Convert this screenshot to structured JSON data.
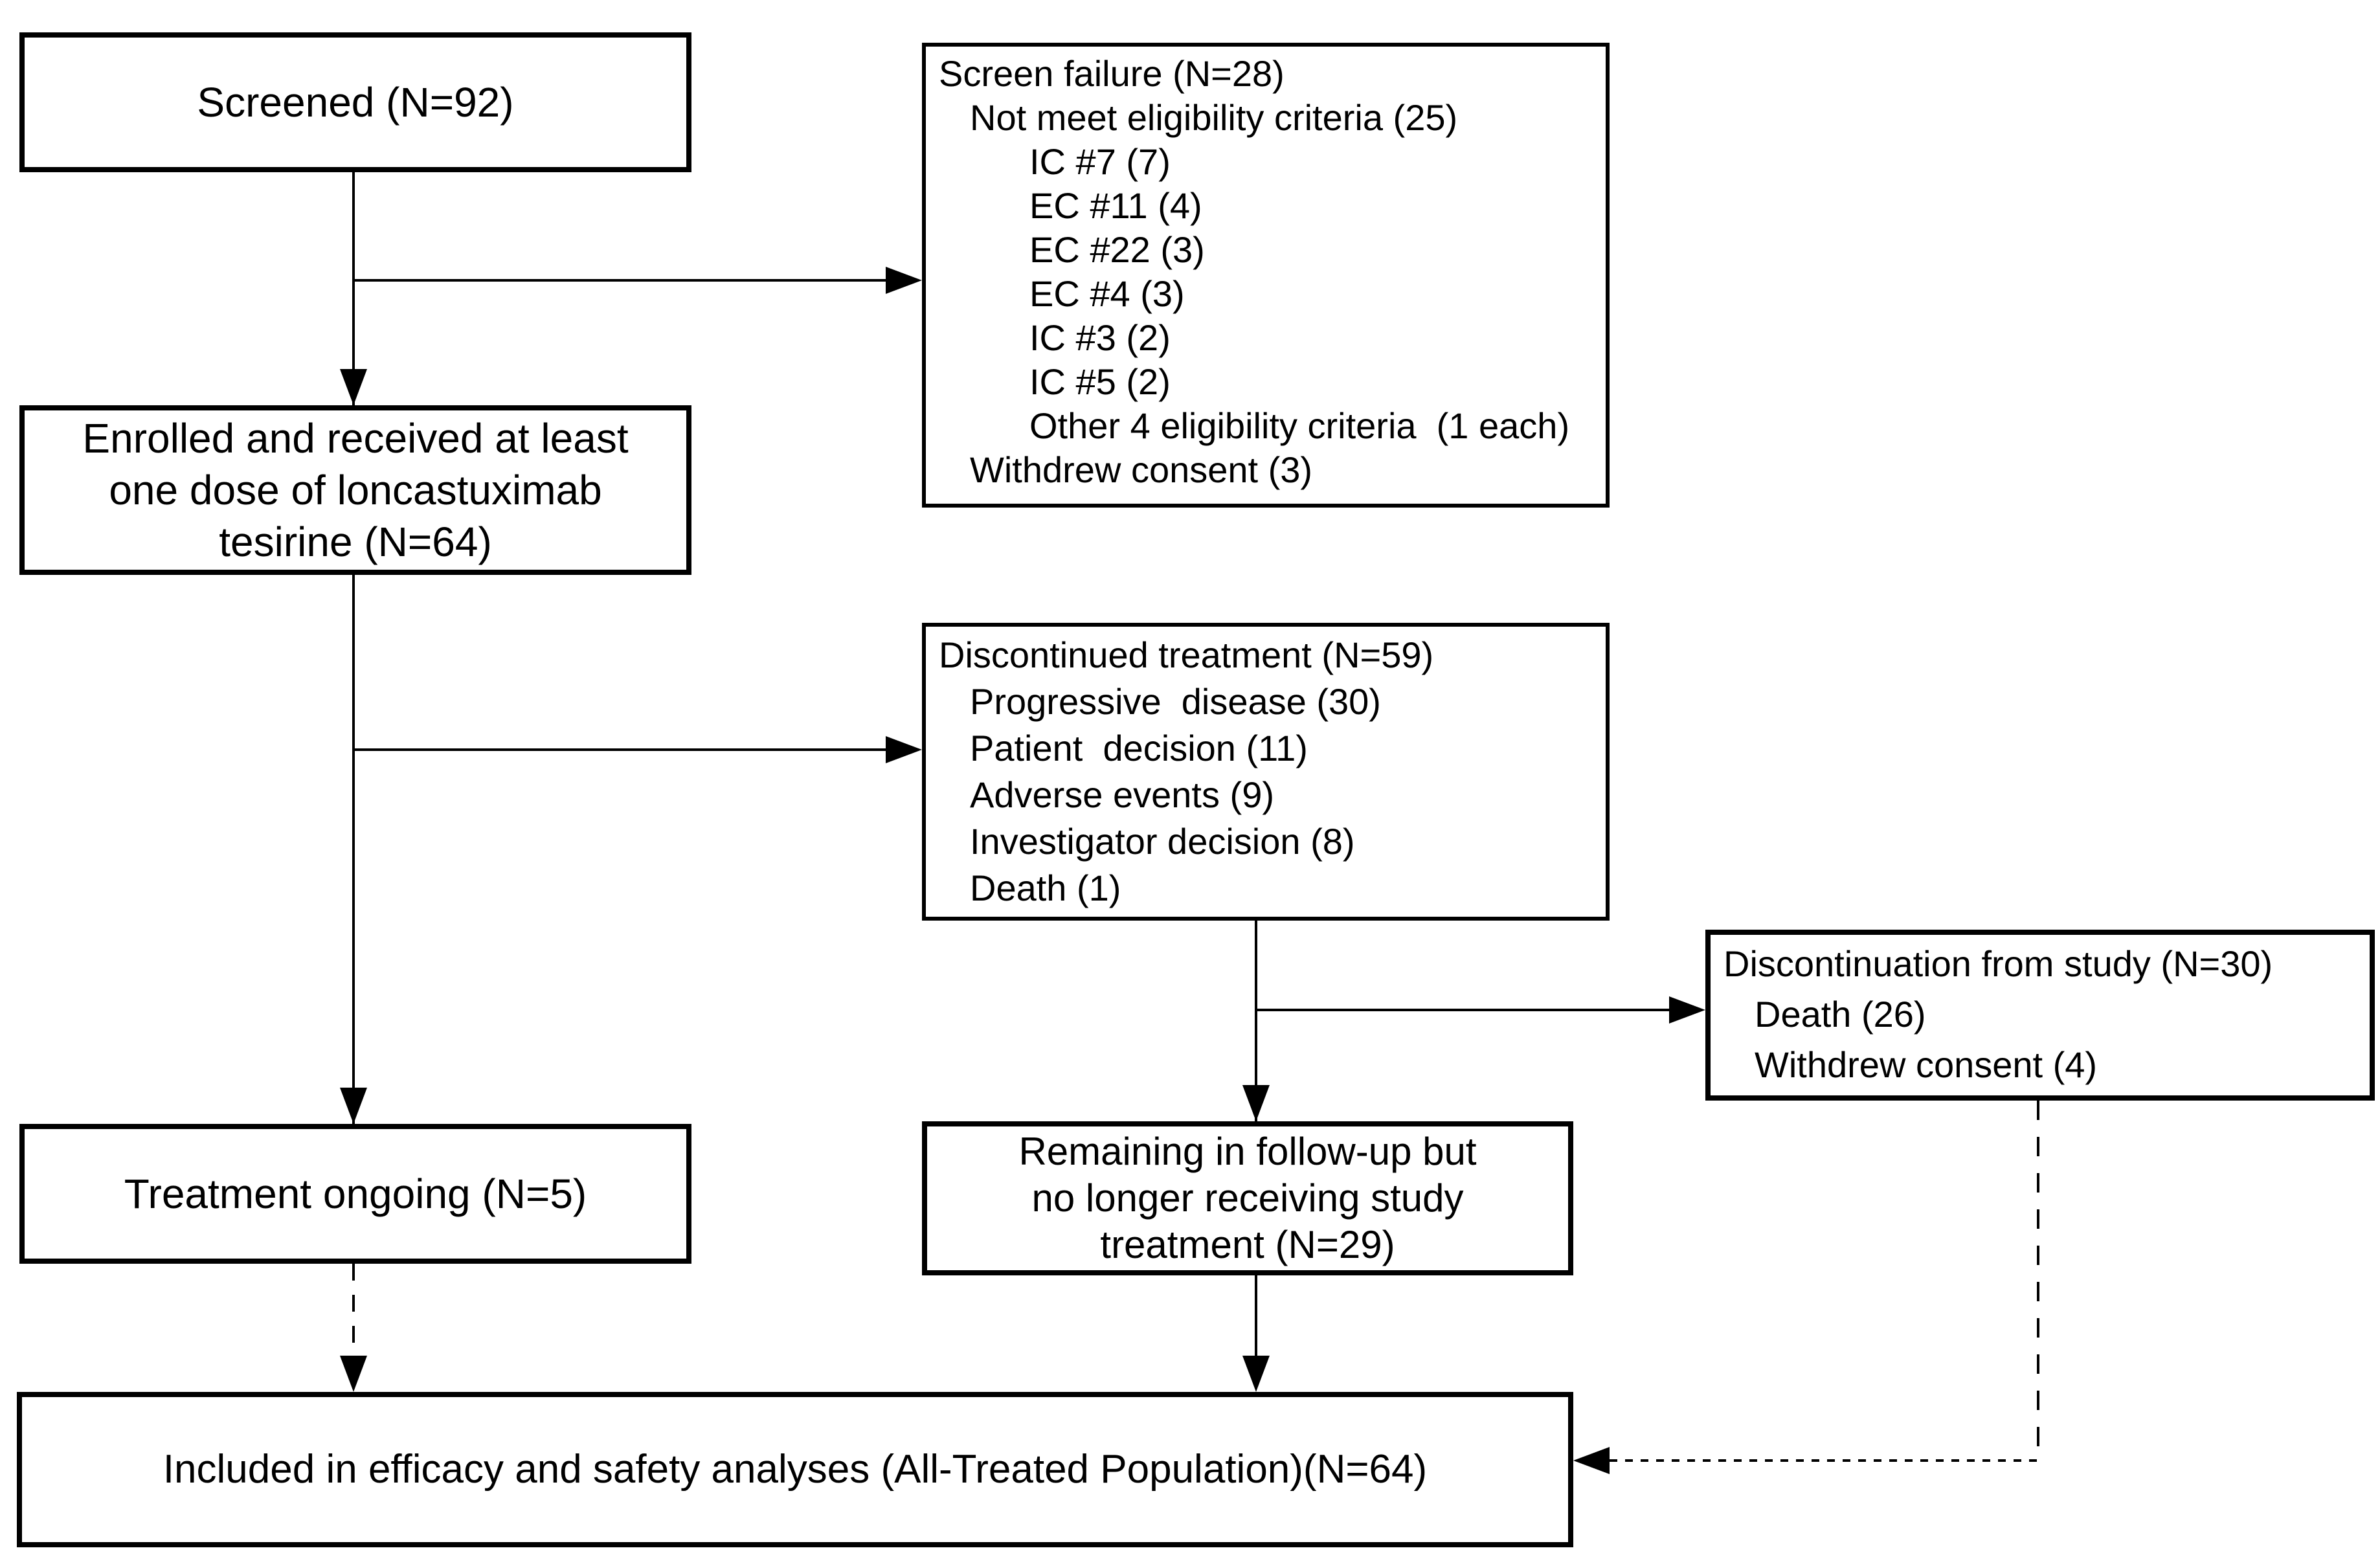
{
  "boxes": {
    "screened": {
      "lines": [
        "Screened (N=92)"
      ]
    },
    "screen_failure": {
      "lines": [
        "Screen failure (N=28)",
        "Not meet eligibility criteria (25)",
        "IC #7 (7)",
        "EC #11 (4)",
        "EC #22 (3)",
        "EC #4 (3)",
        "IC #3 (2)",
        "IC #5 (2)",
        "Other 4 eligibility criteria  (1 each)",
        "Withdrew consent (3)"
      ]
    },
    "enrolled": {
      "lines": [
        "Enrolled and received at least",
        "one dose of loncastuximab",
        "tesirine (N=64)"
      ]
    },
    "discontinued_treatment": {
      "lines": [
        "Discontinued treatment (N=59)",
        "Progressive  disease (30)",
        "Patient  decision (11)",
        "Adverse events (9)",
        "Investigator decision (8)",
        "Death (1)"
      ]
    },
    "discontinuation_study": {
      "lines": [
        "Discontinuation from study (N=30)",
        "Death (26)",
        "Withdrew consent (4)"
      ]
    },
    "treatment_ongoing": {
      "lines": [
        "Treatment ongoing (N=5)"
      ]
    },
    "remaining_followup": {
      "lines": [
        "Remaining in follow-up but",
        "no longer receiving study",
        "treatment (N=29)"
      ]
    },
    "included": {
      "lines": [
        "Included in efficacy and safety analyses (All-Treated Population)(N=64)"
      ]
    }
  },
  "colors": {
    "line": "#000000",
    "box_border": "#000000",
    "box_fill": "#ffffff",
    "background": "#ffffff",
    "text": "#000000"
  }
}
